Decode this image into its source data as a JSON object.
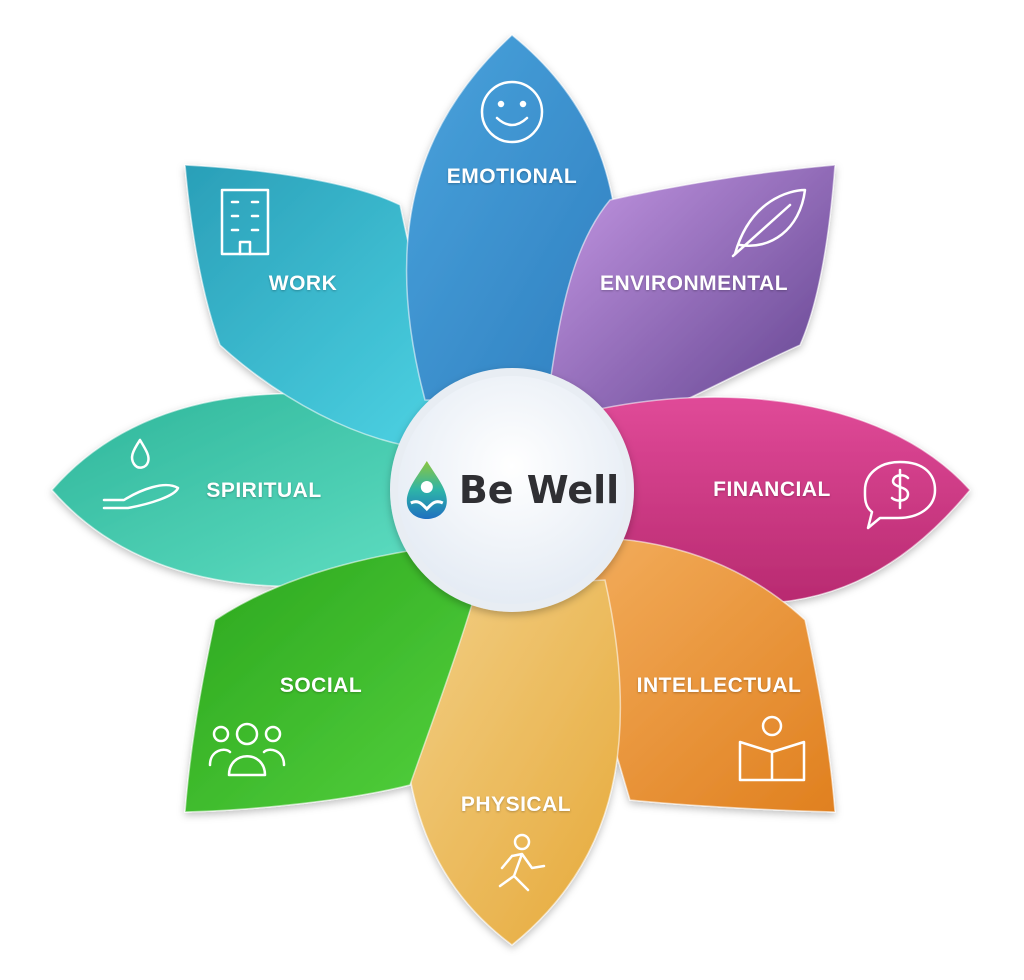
{
  "center": {
    "brand": "Be Well"
  },
  "petals": [
    {
      "label": "WORK",
      "icon": "building-icon",
      "color": "#34b8cf"
    },
    {
      "label": "EMOTIONAL",
      "icon": "smiley-icon",
      "color": "#3a8fd0"
    },
    {
      "label": "ENVIRONMENTAL",
      "icon": "leaf-icon",
      "color": "#8a60bf"
    },
    {
      "label": "FINANCIAL",
      "icon": "dollar-speech-bubble-icon",
      "color": "#d43a87"
    },
    {
      "label": "INTELLECTUAL",
      "icon": "person-reading-icon",
      "color": "#ee9a45"
    },
    {
      "label": "PHYSICAL",
      "icon": "runner-icon",
      "color": "#eebd5e"
    },
    {
      "label": "SOCIAL",
      "icon": "group-people-icon",
      "color": "#38b52a"
    },
    {
      "label": "SPIRITUAL",
      "icon": "hand-water-drop-icon",
      "color": "#48c9aa"
    }
  ]
}
